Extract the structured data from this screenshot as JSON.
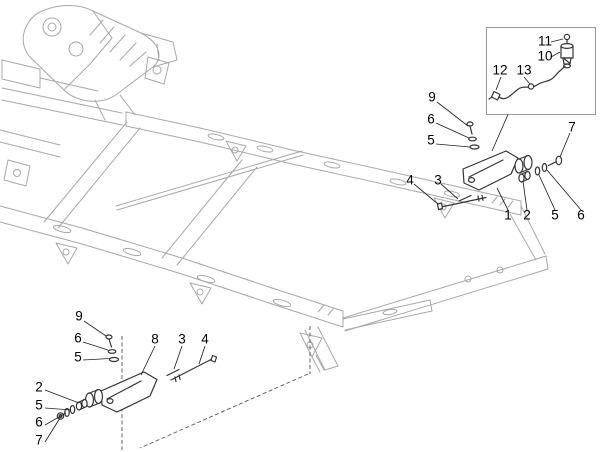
{
  "figure": {
    "type": "exploded-parts-diagram",
    "background": "#ffffff",
    "chassis_line_color": "#a8a8a8",
    "part_line_color": "#333333",
    "leader_line_color": "#222222",
    "callout_color": "#000000",
    "inset_border_color": "#999999"
  },
  "callouts": [
    {
      "group": "inset",
      "label": "11"
    },
    {
      "group": "inset",
      "label": "10"
    },
    {
      "group": "inset",
      "label": "12"
    },
    {
      "group": "inset",
      "label": "13"
    },
    {
      "group": "upper",
      "label": "9"
    },
    {
      "group": "upper",
      "label": "6"
    },
    {
      "group": "upper",
      "label": "5"
    },
    {
      "group": "upper",
      "label": "4"
    },
    {
      "group": "upper",
      "label": "3"
    },
    {
      "group": "upper",
      "label": "7"
    },
    {
      "group": "upper",
      "label": "1"
    },
    {
      "group": "upper",
      "label": "2"
    },
    {
      "group": "upper",
      "label": "5"
    },
    {
      "group": "upper",
      "label": "6"
    },
    {
      "group": "lower",
      "label": "9"
    },
    {
      "group": "lower",
      "label": "6"
    },
    {
      "group": "lower",
      "label": "5"
    },
    {
      "group": "lower",
      "label": "8"
    },
    {
      "group": "lower",
      "label": "3"
    },
    {
      "group": "lower",
      "label": "4"
    },
    {
      "group": "lower",
      "label": "2"
    },
    {
      "group": "lower",
      "label": "5"
    },
    {
      "group": "lower",
      "label": "6"
    },
    {
      "group": "lower",
      "label": "7"
    }
  ]
}
